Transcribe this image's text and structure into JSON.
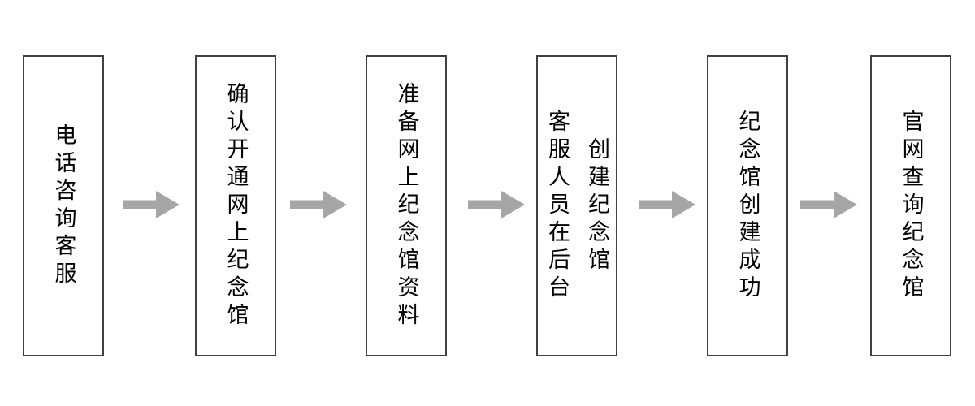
{
  "flowchart": {
    "steps": [
      {
        "id": 1,
        "lines": [
          "电话咨询客服"
        ]
      },
      {
        "id": 2,
        "lines": [
          "确认开通网上纪念馆"
        ]
      },
      {
        "id": 3,
        "lines": [
          "准备网上纪念馆资料"
        ]
      },
      {
        "id": 4,
        "lines": [
          "客服人员在后台",
          "创建纪念馆"
        ]
      },
      {
        "id": 5,
        "lines": [
          "纪念馆创建成功"
        ]
      },
      {
        "id": 6,
        "lines": [
          "官网查询纪念馆"
        ]
      }
    ],
    "connector": "right-block-arrow",
    "colors": {
      "background": "#ffffff",
      "box_border": "#404040",
      "text": "#000000",
      "arrow": "#a6a6a6"
    }
  }
}
